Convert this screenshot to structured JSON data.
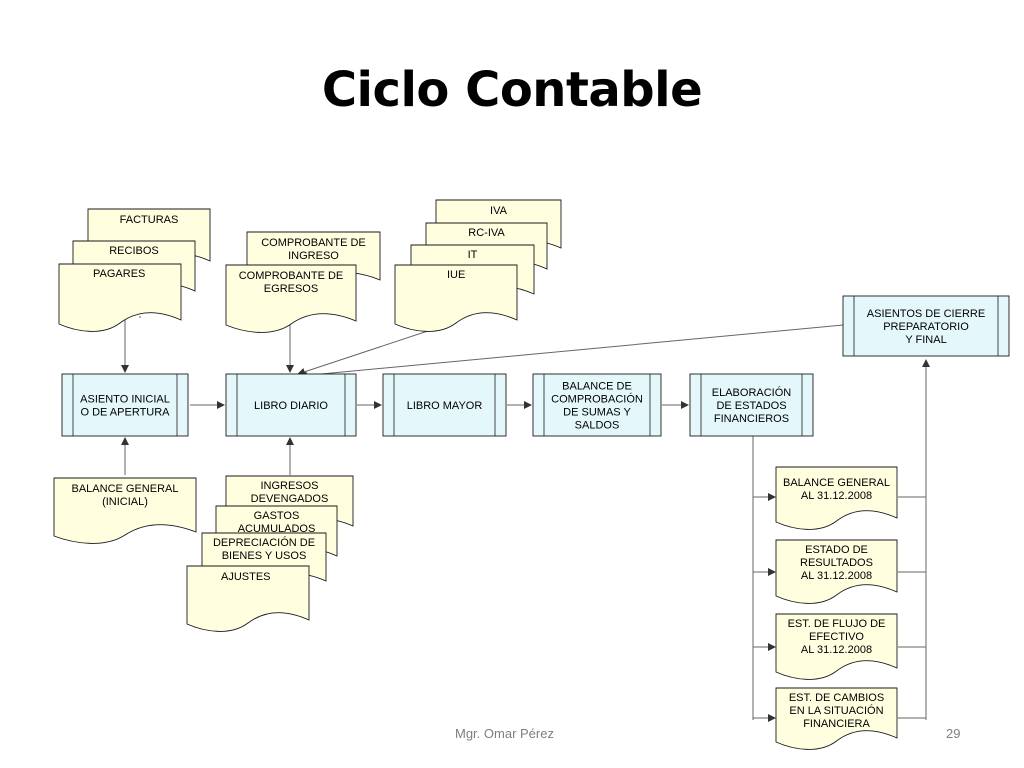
{
  "slide": {
    "title": "Ciclo Contable",
    "footer_author": "Mgr. Omar Pérez",
    "footer_page": "29"
  },
  "colors": {
    "doc_fill": "#ffffe0",
    "process_fill": "#e4f8fb",
    "stroke": "#1a1a1a",
    "connector": "#666666"
  },
  "documents": {
    "facturas": [
      "FACTURAS"
    ],
    "recibos": [
      "RECIBOS"
    ],
    "pagares": [
      "PAGARES"
    ],
    "comprobante_ingreso": [
      "COMPROBANTE DE",
      "INGRESO"
    ],
    "comprobante_egresos": [
      "COMPROBANTE DE",
      "EGRESOS"
    ],
    "iva": [
      "IVA"
    ],
    "rc_iva": [
      "RC-IVA"
    ],
    "it": [
      "IT"
    ],
    "iue": [
      "IUE"
    ],
    "balance_general_inicial": [
      "BALANCE GENERAL",
      "(INICIAL)"
    ],
    "ingresos_devengados": [
      "INGRESOS",
      "DEVENGADOS"
    ],
    "gastos_acumulados": [
      "GASTOS",
      "ACUMULADOS"
    ],
    "depreciacion": [
      "DEPRECIACIÓN DE",
      "BIENES Y USOS"
    ],
    "ajustes": [
      "AJUSTES"
    ],
    "balance_general_final": [
      "BALANCE GENERAL",
      "AL 31.12.2008"
    ],
    "estado_resultados": [
      "ESTADO DE",
      "RESULTADOS",
      "AL 31.12.2008"
    ],
    "flujo_efectivo": [
      "EST. DE FLUJO DE",
      "EFECTIVO",
      "AL 31.12.2008"
    ],
    "cambios_situacion": [
      "EST. DE CAMBIOS",
      "EN LA SITUACIÓN",
      "FINANCIERA"
    ]
  },
  "processes": {
    "asiento_inicial": [
      "ASIENTO INICIAL",
      "O DE APERTURA"
    ],
    "libro_diario": [
      "LIBRO DIARIO"
    ],
    "libro_mayor": [
      "LIBRO MAYOR"
    ],
    "balance_comprobacion": [
      "BALANCE DE",
      "COMPROBACIÓN",
      "DE SUMAS Y",
      "SALDOS"
    ],
    "elaboracion_estados": [
      "ELABORACIÓN",
      "DE ESTADOS",
      "FINANCIEROS"
    ],
    "asientos_cierre": [
      "ASIENTOS DE CIERRE",
      "PREPARATORIO",
      "Y FINAL"
    ]
  }
}
